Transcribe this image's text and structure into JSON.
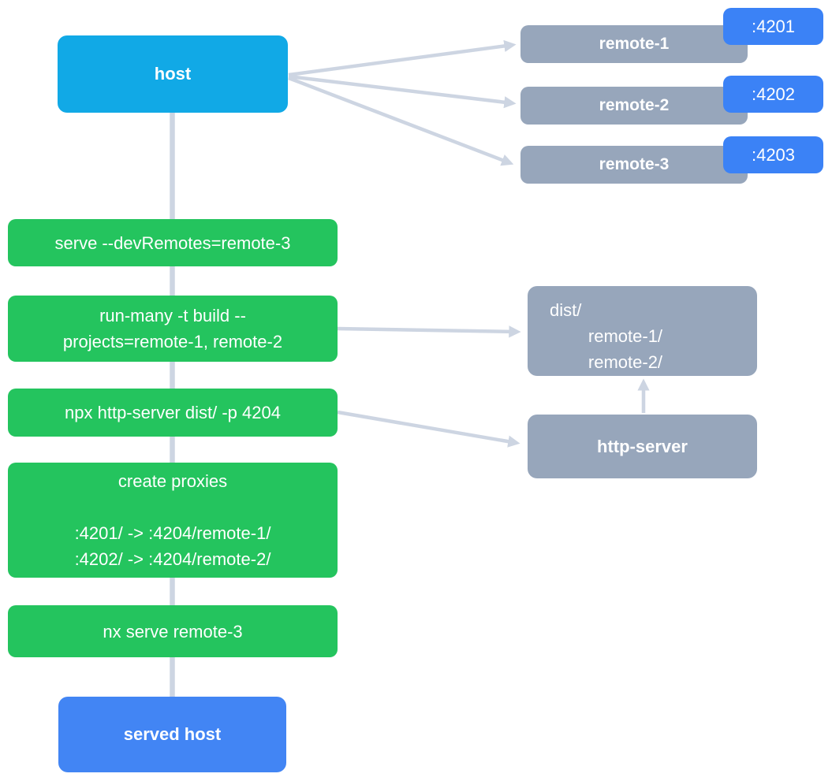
{
  "colors": {
    "host-blue": "#11a9e6",
    "remote-gray": "#97a6bb",
    "badge-blue": "#3b82f6",
    "step-green": "#24c45e",
    "served-blue": "#4285f4",
    "edge-gray": "#cdd5e2"
  },
  "host": {
    "label": "host"
  },
  "remotes": [
    {
      "label": "remote-1",
      "port": ":4201"
    },
    {
      "label": "remote-2",
      "port": ":4202"
    },
    {
      "label": "remote-3",
      "port": ":4203"
    }
  ],
  "steps": [
    {
      "text": "serve --devRemotes=remote-3"
    },
    {
      "text": "run-many -t build --\nprojects=remote-1, remote-2"
    },
    {
      "text": "npx http-server dist/ -p 4204"
    },
    {
      "text": "create proxies\n\n:4201/ -> :4204/remote-1/\n:4202/ -> :4204/remote-2/"
    },
    {
      "text": "nx serve remote-3"
    }
  ],
  "dist_box": {
    "text": "dist/\n        remote-1/\n        remote-2/"
  },
  "http_server": {
    "label": "http-server"
  },
  "served_host": {
    "label": "served host"
  }
}
